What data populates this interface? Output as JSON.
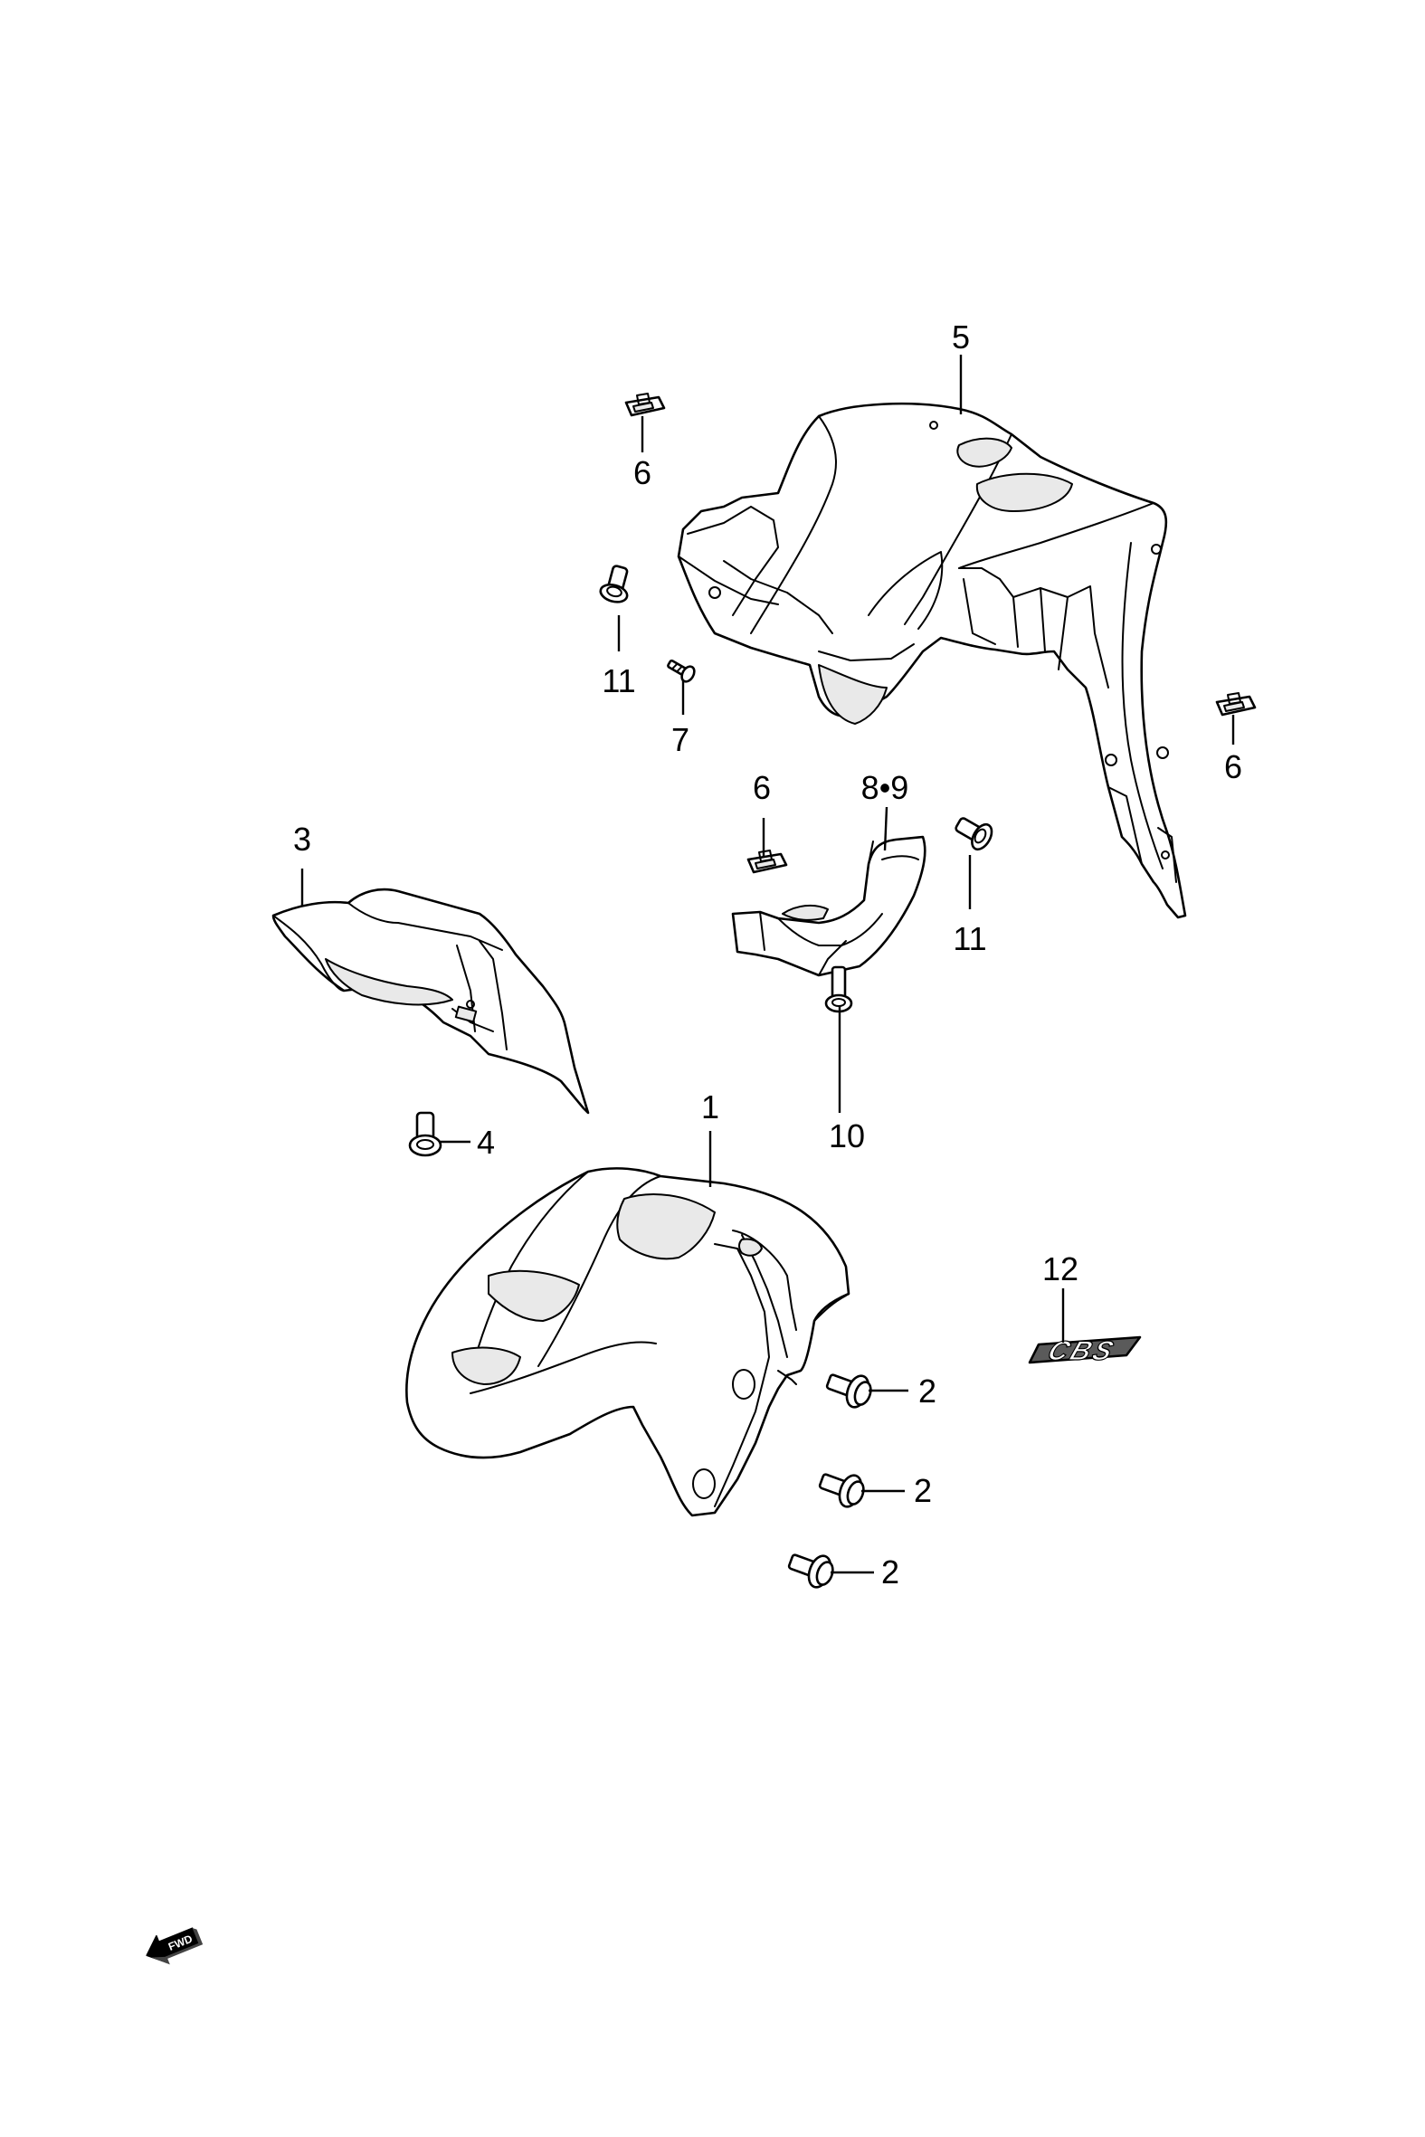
{
  "callouts": {
    "p1": "1",
    "p2a": "2",
    "p2b": "2",
    "p2c": "2",
    "p3": "3",
    "p4": "4",
    "p5": "5",
    "p6a": "6",
    "p6b": "6",
    "p6c": "6",
    "p7": "7",
    "p8_9": "8•9",
    "p10": "10",
    "p11a": "11",
    "p11b": "11",
    "p12": "12"
  },
  "emblem_text": "CBS",
  "direction_arrow": "FWD",
  "icons": {
    "direction": "fwd-arrow-icon"
  }
}
